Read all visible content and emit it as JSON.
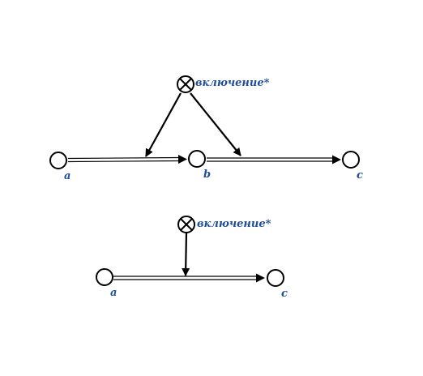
{
  "colors": {
    "stroke": "#000000",
    "label": "#1f4e9c",
    "background": "#ffffff"
  },
  "top_diagram": {
    "operator": {
      "icon": "circled-times-icon",
      "label": "включение*"
    },
    "nodes": [
      {
        "id": "a",
        "label": "a"
      },
      {
        "id": "b",
        "label": "b"
      },
      {
        "id": "c",
        "label": "c"
      }
    ],
    "edges": [
      {
        "from": "a",
        "to": "b",
        "style": "double-line-arrow"
      },
      {
        "from": "b",
        "to": "c",
        "style": "double-line-arrow"
      }
    ],
    "operator_arrows": [
      {
        "from": "operator",
        "to": "edge a-b"
      },
      {
        "from": "operator",
        "to": "edge b-c"
      }
    ]
  },
  "bottom_diagram": {
    "operator": {
      "icon": "circled-times-icon",
      "label": "включение*"
    },
    "nodes": [
      {
        "id": "a",
        "label": "a"
      },
      {
        "id": "c",
        "label": "c"
      }
    ],
    "edges": [
      {
        "from": "a",
        "to": "c",
        "style": "double-line-arrow"
      }
    ],
    "operator_arrows": [
      {
        "from": "operator",
        "to": "edge a-c"
      }
    ]
  }
}
